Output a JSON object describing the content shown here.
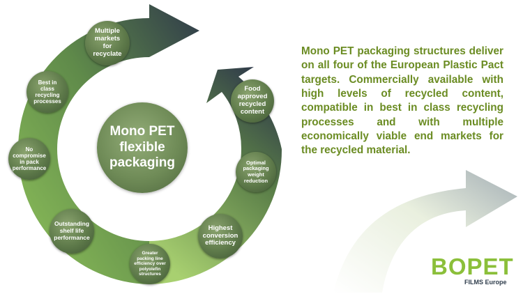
{
  "center_label": "Mono PET\nflexible\npackaging",
  "benefits": [
    {
      "id": "multiple-markets",
      "label": "Multiple\nmarkets\nfor\nrecyclate"
    },
    {
      "id": "food-approved",
      "label": "Food\napproved\nrecycled\ncontent"
    },
    {
      "id": "optimal-weight",
      "label": "Optimal\npackaging\nweight\nreduction"
    },
    {
      "id": "conversion-efficiency",
      "label": "Highest\nconversion\nefficiency"
    },
    {
      "id": "packing-line-efficiency",
      "label": "Greater\npacking line\nefficiency over\npolyolefin\nstructures"
    },
    {
      "id": "shelf-life",
      "label": "Outstanding\nshelf life\nperformance"
    },
    {
      "id": "pack-performance",
      "label": "No\ncompromise\nin pack\nperformance"
    },
    {
      "id": "recycling-processes",
      "label": "Best in\nclass\nrecycling\nprocesses"
    }
  ],
  "description": "Mono PET packaging structures deliver on all four of the European Plastic Pact targets.  Commercially available with high levels of recycled content, compatible in best in class recycling processes and with multiple economically viable end markets for the recycled material.",
  "logo": {
    "word": "BOPET",
    "subtitle": "FILMS Europe"
  },
  "colors": {
    "text_green": "#6b8c23",
    "logo_green": "#8bbf3a",
    "arrow_dark": "#2f3a4a",
    "arrow_light": "#8fc25a"
  }
}
